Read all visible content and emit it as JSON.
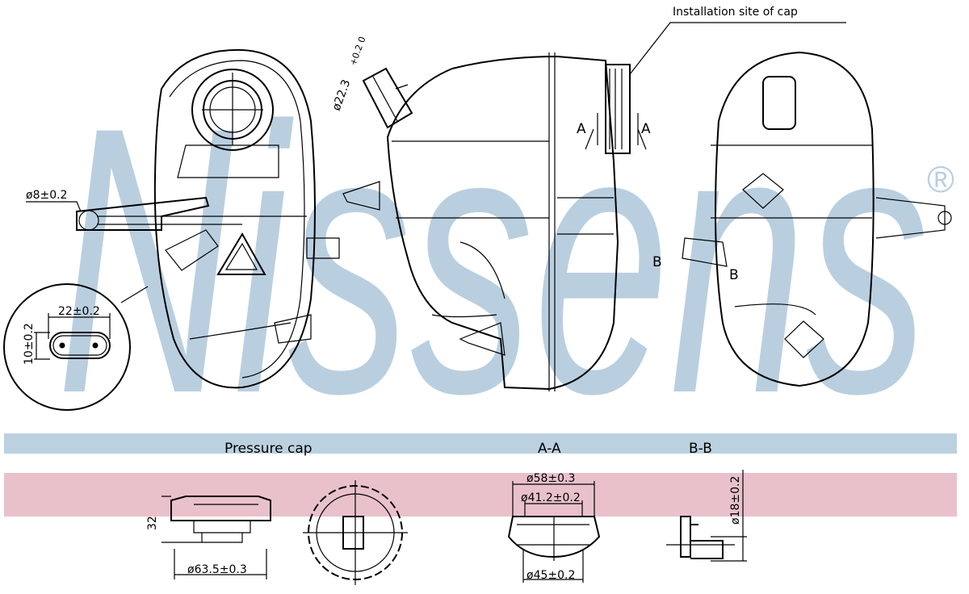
{
  "watermark": {
    "brand": "Nissens",
    "registered_mark": "®",
    "color": "#b9cfe0"
  },
  "colors": {
    "band_blue": "#bcd1e0",
    "band_pink": "#e9c1ca",
    "line": "#000000"
  },
  "labels": {
    "installation_site": "Installation site of cap",
    "nozzle_diameter": "ø22.3",
    "nozzle_tolerance": "+0.2 0",
    "outlet_diameter": "ø8±0.2",
    "connector_width": "22±0.2",
    "connector_height": "10±0.2",
    "section_a_left": "A",
    "section_a_right": "A",
    "section_b_left": "B",
    "section_b_right": "B"
  },
  "sections": {
    "pressure_cap": {
      "title": "Pressure cap",
      "height": "32",
      "diameter": "ø63.5±0.3"
    },
    "a_a": {
      "title": "A-A",
      "outer": "ø58±0.3",
      "inner": "ø41.2±0.2",
      "bottom": "ø45±0.2"
    },
    "b_b": {
      "title": "B-B",
      "diameter": "ø18±0.2"
    }
  }
}
